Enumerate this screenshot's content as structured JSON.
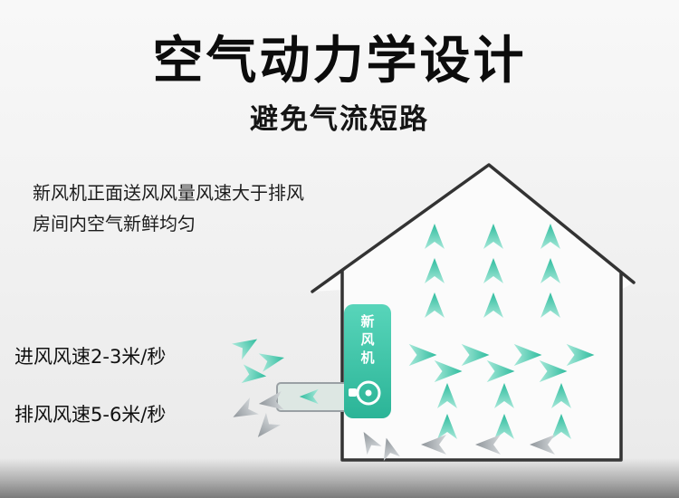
{
  "header": {
    "title": "空气动力学设计",
    "subtitle": "避免气流短路"
  },
  "description": {
    "line1": "新风机正面送风风量风速大于排风",
    "line2": "房间内空气新鲜均匀"
  },
  "annotations": {
    "intake_speed": "进风风速2-3米/秒",
    "exhaust_speed": "排风风速5-6米/秒"
  },
  "device": {
    "label": "新风机"
  },
  "colors": {
    "accent_teal": "#2ebc9e",
    "accent_teal_light": "#a7e8d9",
    "arrow_gray": "#8f959a",
    "arrow_gray_light": "#d2d6d9",
    "device_teal_top": "#58d5ba",
    "device_teal_bottom": "#2bb497",
    "house_outline": "#333333"
  }
}
